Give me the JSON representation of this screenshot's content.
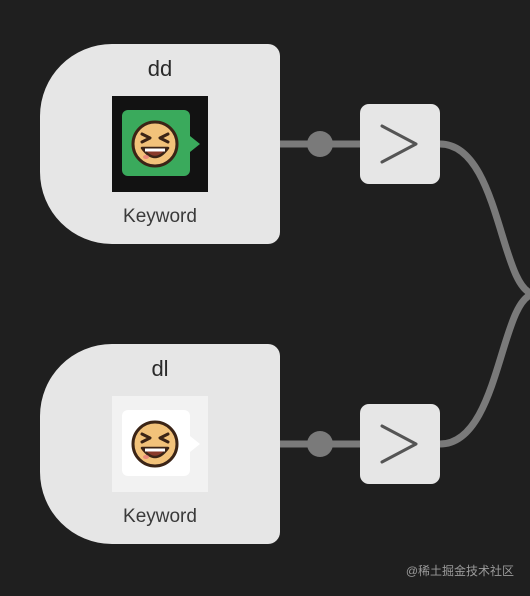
{
  "nodes": [
    {
      "title": "dd",
      "subtitle": "Keyword",
      "icon": "laughing-emoji-green-tag-icon",
      "accent": "#3aaa5c",
      "thumb_bg": "#121212"
    },
    {
      "title": "dl",
      "subtitle": "Keyword",
      "icon": "laughing-emoji-white-tag-icon",
      "accent": "#ffffff",
      "thumb_bg": "#f2f2f2"
    }
  ],
  "compare_buttons": [
    {
      "icon": "greater-than-icon"
    },
    {
      "icon": "greater-than-icon"
    }
  ],
  "watermark": "@稀土掘金技术社区",
  "colors": {
    "background": "#1f1f1f",
    "node": "#e6e6e6",
    "wire": "#7a7a7a"
  }
}
